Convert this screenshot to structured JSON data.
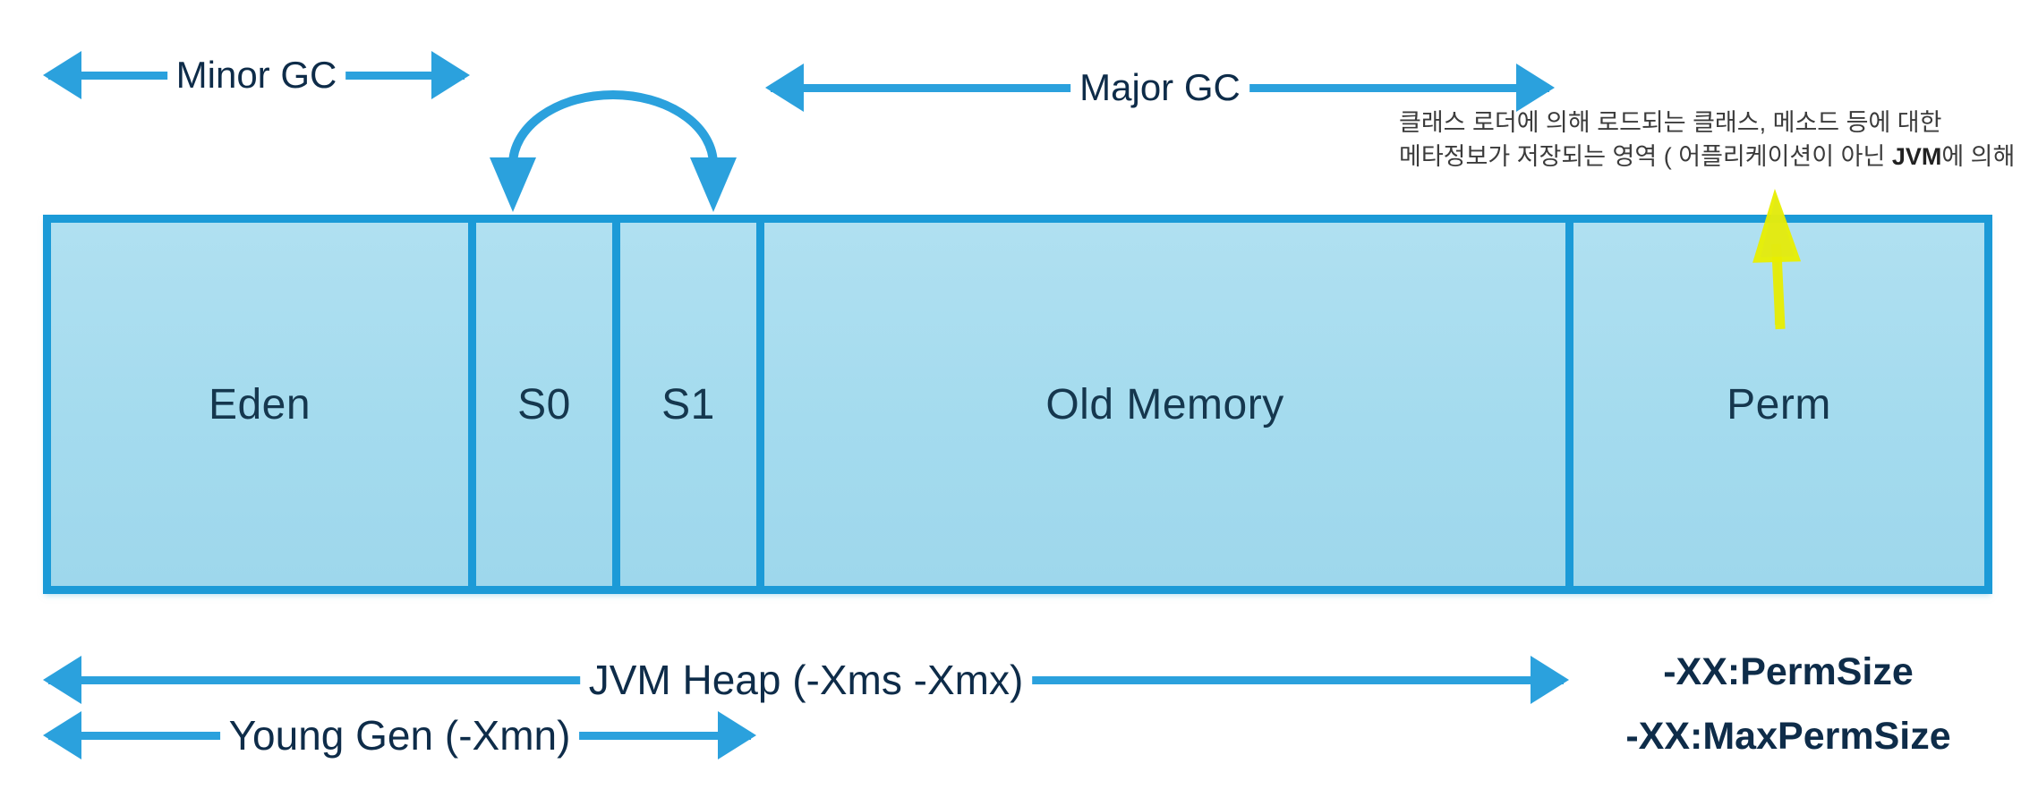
{
  "colors": {
    "arrow_blue": "#2ba1dd",
    "box_border_blue": "#1b9ad7",
    "box_fill_blue": "#a6dcee",
    "region_label_navy": "#15374e",
    "annotation_navy": "#0e2c49",
    "note_gray": "#3b3b3b",
    "highlight_yellow": "#e8ee00"
  },
  "heap_regions": [
    {
      "label": "Eden"
    },
    {
      "label": "S0"
    },
    {
      "label": "S1"
    },
    {
      "label": "Old Memory"
    },
    {
      "label": "Perm"
    }
  ],
  "gc_annotations": {
    "minor_gc_label": "Minor GC",
    "major_gc_label": "Major GC"
  },
  "sizing_annotations": {
    "jvm_heap_label": "JVM Heap (-Xms -Xmx)",
    "young_gen_label": "Young Gen (-Xmn)",
    "perm_size_label": "-XX:PermSize",
    "max_perm_size_label": "-XX:MaxPermSize"
  },
  "perm_note": {
    "line1": "클래스 로더에 의해 로드되는 클래스, 메소드 등에 대한",
    "line2_prefix": "메타정보가 저장되는 영역 ( 어플리케이션이 아닌 ",
    "line2_bold": "JVM",
    "line2_suffix": "에 의해 사용)"
  }
}
